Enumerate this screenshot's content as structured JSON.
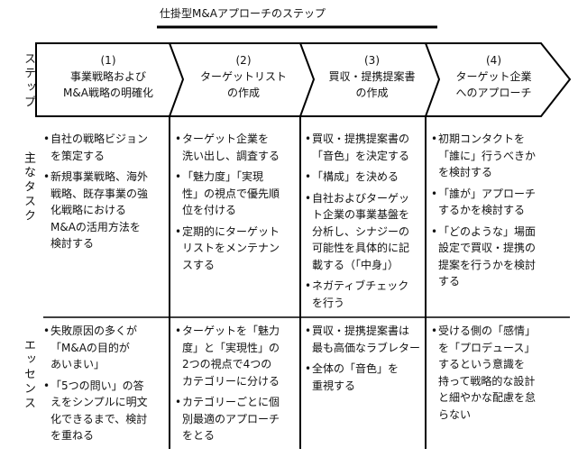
{
  "title": "仕掛型M&Aアプローチのステップ",
  "row_labels": {
    "steps": "ステップ",
    "tasks": "主なタスク",
    "essence": "エッセンス"
  },
  "steps": [
    {
      "num": "(1)",
      "lines": [
        "事業戦略および",
        "M&A戦略の明確化"
      ]
    },
    {
      "num": "(2)",
      "lines": [
        "ターゲットリスト",
        "の作成"
      ]
    },
    {
      "num": "(3)",
      "lines": [
        "買収・提携提案書",
        "の作成"
      ]
    },
    {
      "num": "(4)",
      "lines": [
        "ターゲット企業",
        "へのアプローチ"
      ]
    }
  ],
  "tasks": [
    [
      [
        "自社の戦略ビジョン",
        "を策定する"
      ],
      [
        "新規事業戦略、海外",
        "戦略、既存事業の強",
        "化戦略における",
        "M&Aの活用方法を",
        "検討する"
      ]
    ],
    [
      [
        "ターゲット企業を",
        "洗い出し、調査する"
      ],
      [
        "「魅力度」「実現",
        "性」の視点で優先順",
        "位を付ける"
      ],
      [
        "定期的にターゲット",
        "リストをメンテナン",
        "スする"
      ]
    ],
    [
      [
        "買収・提携提案書の",
        "「音色」を決定する"
      ],
      [
        "「構成」を決める"
      ],
      [
        "自社およびターゲッ",
        "ト企業の事業基盤を",
        "分析し、シナジーの",
        "可能性を具体的に記",
        "載する（「中身」）"
      ],
      [
        "ネガティブチェック",
        "を行う"
      ]
    ],
    [
      [
        "初期コンタクトを",
        "「誰に」行うべきか",
        "を検討する"
      ],
      [
        "「誰が」アプローチ",
        "するかを検討する"
      ],
      [
        "「どのような」場面",
        "設定で買収・提携の",
        "提案を行うかを検討",
        "する"
      ]
    ]
  ],
  "essence": [
    [
      [
        "失敗原因の多くが",
        "「M&Aの目的が",
        "あいまい」"
      ],
      [
        "「5つの問い」の答",
        "えをシンプルに明文",
        "化できるまで、検討",
        "を重ねる"
      ]
    ],
    [
      [
        "ターゲットを「魅力",
        "度」と「実現性」の",
        "2つの視点で4つの",
        "カテゴリーに分ける"
      ],
      [
        "カテゴリーごとに個",
        "別最適のアプローチ",
        "をとる"
      ]
    ],
    [
      [
        "買収・提携提案書は",
        "最も高価なラブレター"
      ],
      [
        "全体の「音色」を",
        "重視する"
      ]
    ],
    [
      [
        "受ける側の「感情」",
        "を「プロデュース」",
        "するという意識を",
        "持って戦略的な設計",
        "と細やかな配慮を怠",
        "らない"
      ]
    ]
  ],
  "bullet_char": "•"
}
